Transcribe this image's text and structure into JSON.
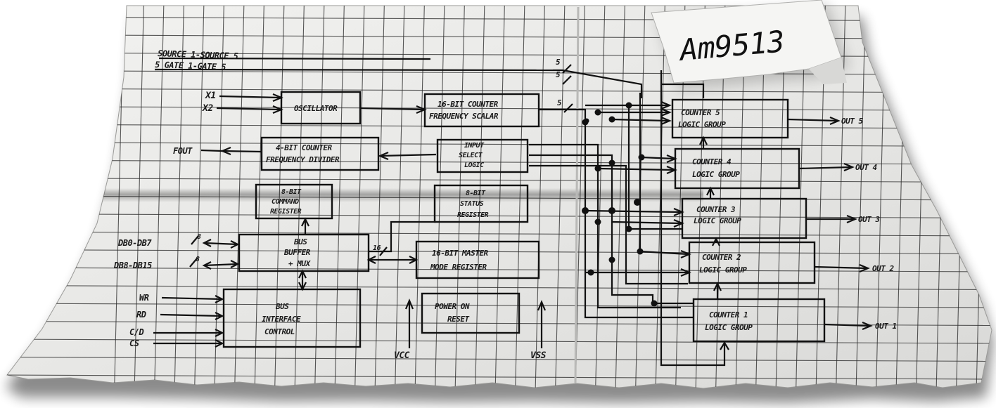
{
  "note": {
    "text": "Am9513"
  },
  "inputs": {
    "source_bus": "SOURCE 1-SOURCE 5",
    "gate_bus": "5 GATE 1-GATE 5",
    "x1": "X1",
    "x2": "X2",
    "fout": "FOUT",
    "db_low": "DB0-DB7",
    "db_high": "DB8-DB15",
    "wr": "WR",
    "rd": "RD",
    "cd": "C/D",
    "cs": "CS",
    "vcc": "VCC",
    "vss": "VSS"
  },
  "bus_widths": {
    "w5_a": "5",
    "w5_b": "5",
    "w5_c": "5",
    "w8_a": "8",
    "w8_b": "8",
    "w16": "16"
  },
  "blocks": {
    "oscillator": "OSCILLATOR",
    "scaler_1": "16-BIT COUNTER",
    "scaler_2": "FREQUENCY SCALAR",
    "divider_1": "4-BIT COUNTER",
    "divider_2": "FREQUENCY DIVIDER",
    "input_1": "INPUT",
    "input_2": "SELECT",
    "input_3": "LOGIC",
    "cmd_1": "8-BIT",
    "cmd_2": "COMMAND",
    "cmd_3": "REGISTER",
    "status_1": "8-BIT",
    "status_2": "STATUS",
    "status_3": "REGISTER",
    "bus_1": "BUS",
    "bus_2": "BUFFER",
    "bus_3": "+ MUX",
    "master_1": "16-BIT MASTER",
    "master_2": "MODE REGISTER",
    "bic_1": "BUS",
    "bic_2": "INTERFACE",
    "bic_3": "CONTROL",
    "por_1": "POWER ON",
    "por_2": "RESET"
  },
  "counters": [
    {
      "l1": "COUNTER 5",
      "l2": "LOGIC GROUP",
      "out": "OUT 5"
    },
    {
      "l1": "COUNTER 4",
      "l2": "LOGIC GROUP",
      "out": "OUT 4"
    },
    {
      "l1": "COUNTER 3",
      "l2": "LOGIC GROUP",
      "out": "OUT 3"
    },
    {
      "l1": "COUNTER 2",
      "l2": "LOGIC GROUP",
      "out": "OUT 2"
    },
    {
      "l1": "COUNTER 1",
      "l2": "LOGIC GROUP",
      "out": "OUT 1"
    }
  ],
  "colors": {
    "paper": "#ebebe9",
    "ink": "#111111",
    "grid": "#2c2c2c"
  }
}
